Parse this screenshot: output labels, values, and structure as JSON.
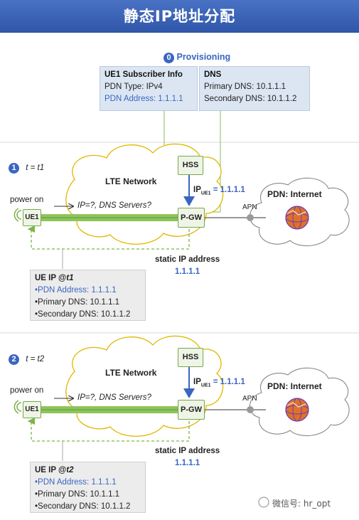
{
  "title": "静态IP地址分配",
  "provisioning": {
    "number": "0",
    "label": "Provisioning"
  },
  "subscriber_info": {
    "heading": "UE1 Subscriber Info",
    "pdn_type": "PDN Type: IPv4",
    "pdn_address": "PDN Address: 1.1.1.1"
  },
  "dns_info": {
    "heading": "DNS",
    "primary": "Primary DNS: 10.1.1.1",
    "secondary": "Secondary DNS: 10.1.1.2"
  },
  "scenarios": [
    {
      "number": "1",
      "time_label": "t = t1",
      "lte_network": "LTE Network",
      "hss": "HSS",
      "pgw": "P-GW",
      "ue": "UE1",
      "power_on": "power on",
      "ip_ue_prefix": "IP",
      "ip_ue_sub": "UE1",
      "ip_ue_value": "= 1.1.1.1",
      "request": "IP=?, DNS Servers?",
      "apn": "APN",
      "pdn_internet": "PDN: Internet",
      "static_ip_label": "static IP address",
      "static_ip_value": "1.1.1.1",
      "ueip_heading_prefix": "UE IP @",
      "ueip_heading_time": "t1",
      "ueip_pdn": "PDN Address: 1.1.1.1",
      "ueip_primary": "Primary DNS: 10.1.1.1",
      "ueip_secondary": "Secondary DNS: 10.1.1.2"
    },
    {
      "number": "2",
      "time_label": "t = t2",
      "lte_network": "LTE Network",
      "hss": "HSS",
      "pgw": "P-GW",
      "ue": "UE1",
      "power_on": "power on",
      "ip_ue_prefix": "IP",
      "ip_ue_sub": "UE1",
      "ip_ue_value": "= 1.1.1.1",
      "request": "IP=?, DNS Servers?",
      "apn": "APN",
      "pdn_internet": "PDN: Internet",
      "static_ip_label": "static IP address",
      "static_ip_value": "1.1.1.1",
      "ueip_heading_prefix": "UE IP @",
      "ueip_heading_time": "t2",
      "ueip_pdn": "PDN Address: 1.1.1.1",
      "ueip_primary": "Primary DNS: 10.1.1.1",
      "ueip_secondary": "Secondary DNS: 10.1.1.2"
    }
  ],
  "watermark": "微信号: hr_opt",
  "colors": {
    "accent": "#3a66c0",
    "link_green": "#7ab648",
    "line_green": "#9cc97a",
    "box_fill": "#dce6f3"
  }
}
